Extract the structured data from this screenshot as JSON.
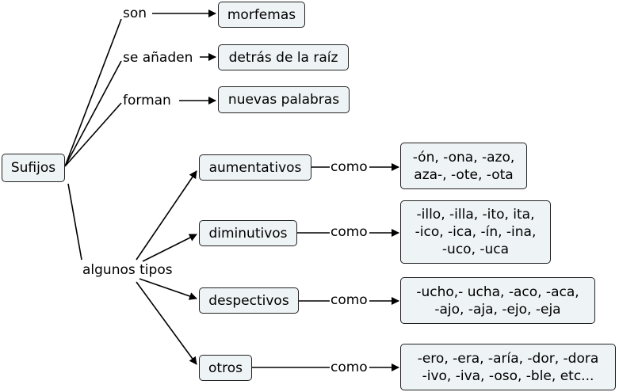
{
  "root": "Sufijos",
  "branches": {
    "son": {
      "label": "son",
      "target": "morfemas"
    },
    "anaden": {
      "label": "se añaden",
      "target": "detrás de la raíz"
    },
    "forman": {
      "label": "forman",
      "target": "nuevas palabras"
    },
    "tipos": {
      "label": "algunos tipos"
    }
  },
  "types": [
    {
      "name": "aumentativos",
      "link": "como",
      "examples": "-ón, -ona, -azo,\naza-, -ote, -ota"
    },
    {
      "name": "diminutivos",
      "link": "como",
      "examples": "-illo, -illa, -ito, ita,\n-ico, -ica, -ín, -ina,\n-uco, -uca"
    },
    {
      "name": "despectivos",
      "link": "como",
      "examples": "-ucho,- ucha, -aco, -aca,\n-ajo, -aja, -ejo, -eja"
    },
    {
      "name": "otros",
      "link": "como",
      "examples": "-ero, -era, -aría, -dor, -dora\n-ivo, -iva, -oso, -ble, etc..."
    }
  ]
}
